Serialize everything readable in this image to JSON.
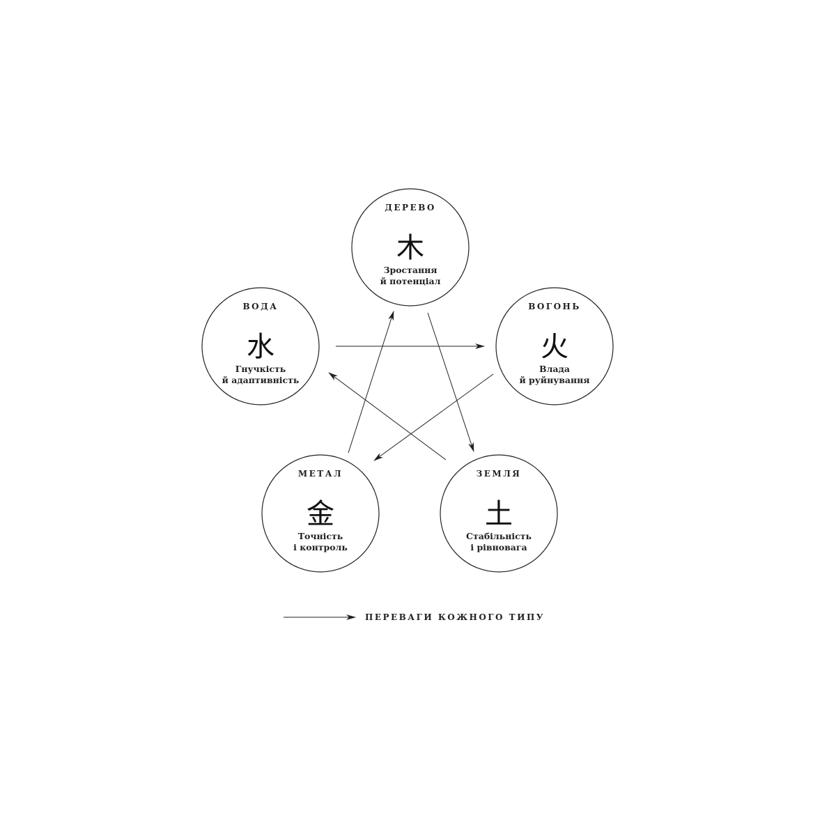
{
  "elements": [
    {
      "id": "wood",
      "title": "ДЕРЕВО",
      "glyph": "木",
      "desc1": "Зростання",
      "desc2": "й потенціал"
    },
    {
      "id": "fire",
      "title": "ВОГОНЬ",
      "glyph": "火",
      "desc1": "Влада",
      "desc2": "й руйнування"
    },
    {
      "id": "earth",
      "title": "ЗЕМЛЯ",
      "glyph": "土",
      "desc1": "Стабільність",
      "desc2": "і рівновага"
    },
    {
      "id": "metal",
      "title": "МЕТАЛ",
      "glyph": "金",
      "desc1": "Точність",
      "desc2": "і контроль"
    },
    {
      "id": "water",
      "title": "ВОДА",
      "glyph": "水",
      "desc1": "Гнучкість",
      "desc2": "й адаптивність"
    }
  ],
  "arrows": [
    {
      "from": "water",
      "to": "fire"
    },
    {
      "from": "fire",
      "to": "metal"
    },
    {
      "from": "metal",
      "to": "wood"
    },
    {
      "from": "wood",
      "to": "earth"
    },
    {
      "from": "earth",
      "to": "water"
    }
  ],
  "legend": {
    "label": "ПЕРЕВАГИ КОЖНОГО ТИПУ"
  },
  "colors": {
    "line": "#222222"
  }
}
